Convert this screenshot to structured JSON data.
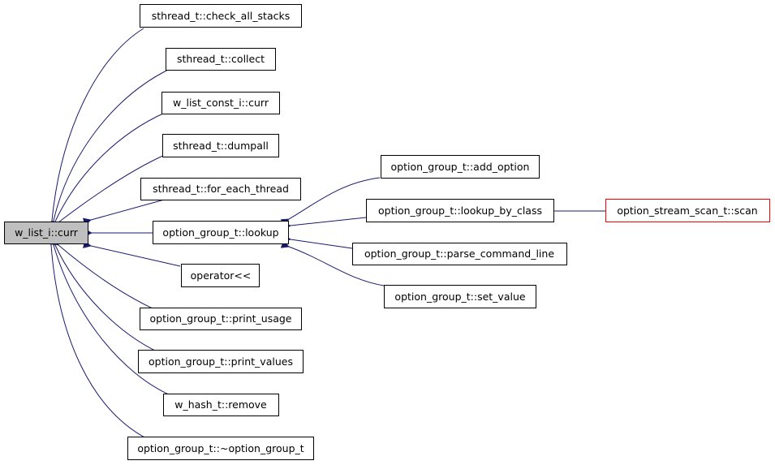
{
  "colors": {
    "edge": "#191970",
    "node_border": "#000000",
    "highlight_border": "#ff0000",
    "root_fill": "#bfbfbf",
    "node_fill": "#ffffff"
  },
  "nodes": {
    "root": "w_list_i::curr",
    "check_all_stacks": "sthread_t::check_all_stacks",
    "collect": "sthread_t::collect",
    "const_curr": "w_list_const_i::curr",
    "dumpall": "sthread_t::dumpall",
    "for_each_thread": "sthread_t::for_each_thread",
    "lookup": "option_group_t::lookup",
    "operator_ll": "operator<<",
    "print_usage": "option_group_t::print_usage",
    "print_values": "option_group_t::print_values",
    "remove": "w_hash_t::remove",
    "destructor": "option_group_t::~option_group_t",
    "add_option": "option_group_t::add_option",
    "lookup_by_class": "option_group_t::lookup_by_class",
    "parse_command_line": "option_group_t::parse_command_line",
    "set_value": "option_group_t::set_value",
    "scan": "option_stream_scan_t::scan"
  }
}
